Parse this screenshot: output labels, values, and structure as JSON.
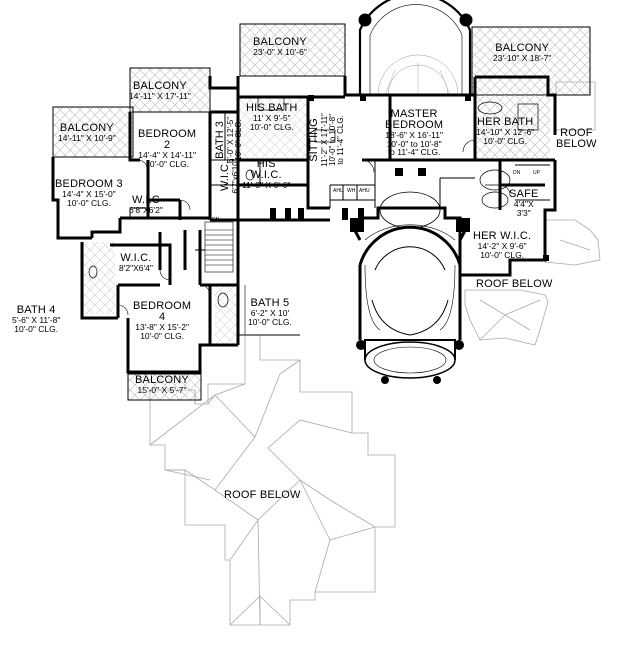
{
  "rooms": {
    "balcony_top_center": {
      "name": "BALCONY",
      "dims": "23'-0\" X 10'-6\""
    },
    "balcony_top_right": {
      "name": "BALCONY",
      "dims": "23'-10\" X 18'-7\""
    },
    "balcony_top_left": {
      "name": "BALCONY",
      "dims": "14'-11\" X 17'-11\""
    },
    "balcony_left": {
      "name": "BALCONY",
      "dims": "14'-11\" X 10'-9\""
    },
    "balcony_bottom": {
      "name": "BALCONY",
      "dims": "15'-0\" X 5'-7\""
    },
    "bedroom2": {
      "name": "BEDROOM",
      "num": "2",
      "dims": "14'-4\" X 14'-11\"",
      "clg": "10'-0\" CLG."
    },
    "bedroom3": {
      "name": "BEDROOM 3",
      "dims": "14'-4\" X 15'-0\"",
      "clg": "10'-0\" CLG."
    },
    "bedroom4": {
      "name": "BEDROOM",
      "num": "4",
      "dims": "13'-8\" X 15'-2\"",
      "clg": "10'-0\" CLG."
    },
    "bath3": {
      "name": "BATH 3",
      "dims": "6'-0\" X 12'-5\"",
      "clg": "10'-0\" CLG."
    },
    "bath4": {
      "name": "BATH 4",
      "dims": "5'-6\" X 11'-8\"",
      "clg": "10'-0\" CLG."
    },
    "bath5": {
      "name": "BATH 5",
      "dims": "6'-2\" X 10'",
      "clg": "10'-0\" CLG."
    },
    "wic_a": {
      "name": "W.I.C.",
      "dims": "6'7\"x6'10\""
    },
    "wic_b": {
      "name": "W.I.C",
      "dims": "6'8\"X6'2\""
    },
    "wic_c": {
      "name": "W.I.C.",
      "dims": "8'2\"X6'4\""
    },
    "his_bath": {
      "name": "HIS BATH",
      "dims": "11' X 9'-5\"",
      "clg": "10'-0\" CLG."
    },
    "his_wic": {
      "name": "HIS",
      "name2": "W.I.C.",
      "dims": "11'-8\" X 6'-6\""
    },
    "sitting": {
      "name": "SITTING",
      "dims": "11'-2\" X 17'-11\"",
      "clg": "10'-0\" to 10'-8\"",
      "clg2": "to 11'-4\" CLG."
    },
    "master": {
      "name": "MASTER",
      "name2": "BEDROOM",
      "dims": "18'-6\" X 16'-11\"",
      "clg": "10'-0\" to 10'-8\"",
      "clg2": "to 11'-4\" CLG."
    },
    "her_bath": {
      "name": "HER BATH",
      "dims": "14'-10\" X 12'-6\"",
      "clg": "10'-0\" CLG."
    },
    "her_wic": {
      "name": "HER W.I.C.",
      "dims": "14'-2\" X 9'-6\"",
      "clg": "10'-0\" CLG."
    },
    "safe": {
      "name": "SAFE",
      "dims": "4'4\"X",
      "dims2": "3'3\""
    }
  },
  "notes": {
    "roof_below_right": "ROOF",
    "roof_below_right2": "BELOW",
    "roof_below_mid": "ROOF BELOW",
    "roof_below_main": "ROOF BELOW",
    "ahu": "AHU",
    "wh": "WH",
    "dn": "DN",
    "up": "UP"
  }
}
